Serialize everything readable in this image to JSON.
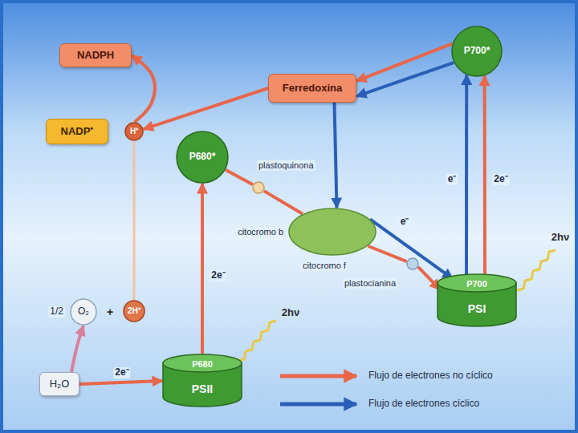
{
  "diagram": {
    "nodes": [
      {
        "text": [
          "NADPH"
        ]
      },
      {
        "text": [
          "P700*"
        ]
      },
      {
        "text": [
          "Ferredoxina"
        ]
      },
      {
        "text": [
          "NADP⁺"
        ]
      },
      {
        "text": [
          "H⁺"
        ]
      },
      {
        "text": [
          "P680*"
        ]
      },
      {
        "text": [
          "plastoquinona"
        ]
      },
      {
        "text": [
          "citocromo b",
          "citocromo f"
        ]
      },
      {
        "text": [
          "plastocianina"
        ]
      },
      {
        "text": [
          "P700",
          "PSI"
        ]
      },
      {
        "text": [
          "1/2",
          "O₂"
        ]
      },
      {
        "text": [
          "2H⁺"
        ]
      },
      {
        "text": [
          "H₂O"
        ]
      },
      {
        "text": [
          "P680",
          "PSII"
        ]
      }
    ],
    "edges": [
      {
        "from": 13,
        "to": 5,
        "arrow": "to",
        "label": "2e⁻"
      },
      {
        "from": 5,
        "to": 6,
        "arrow": "none"
      },
      {
        "from": 6,
        "to": 7,
        "arrow": "none"
      },
      {
        "from": 7,
        "to": 8,
        "arrow": "none"
      },
      {
        "from": 8,
        "to": 9,
        "arrow": "to"
      },
      {
        "from": 9,
        "to": 1,
        "arrow": "to",
        "label": "2e⁻"
      },
      {
        "from": 9,
        "to": 1,
        "arrow": "to",
        "label": "e⁻"
      },
      {
        "from": 1,
        "to": 2,
        "arrow": "to"
      },
      {
        "from": 1,
        "to": 2,
        "arrow": "to"
      },
      {
        "from": 2,
        "to": 7,
        "arrow": "to"
      },
      {
        "from": 7,
        "to": 9,
        "arrow": "to",
        "label": "e⁻"
      },
      {
        "from": 2,
        "to": 4,
        "arrow": "to"
      },
      {
        "from": 4,
        "to": 0,
        "arrow": "to"
      },
      {
        "from": 11,
        "to": 4,
        "arrow": "none"
      },
      {
        "from": 12,
        "to": 13,
        "arrow": "to",
        "label": "2e⁻"
      },
      {
        "from": 12,
        "to": 10,
        "arrow": "to"
      }
    ],
    "labels": [
      "2hν",
      "2hν",
      "+"
    ],
    "legend": [
      {
        "text": "Flujo de electrones no cíclico"
      },
      {
        "text": "Flujo de electrones cíclico"
      }
    ]
  }
}
